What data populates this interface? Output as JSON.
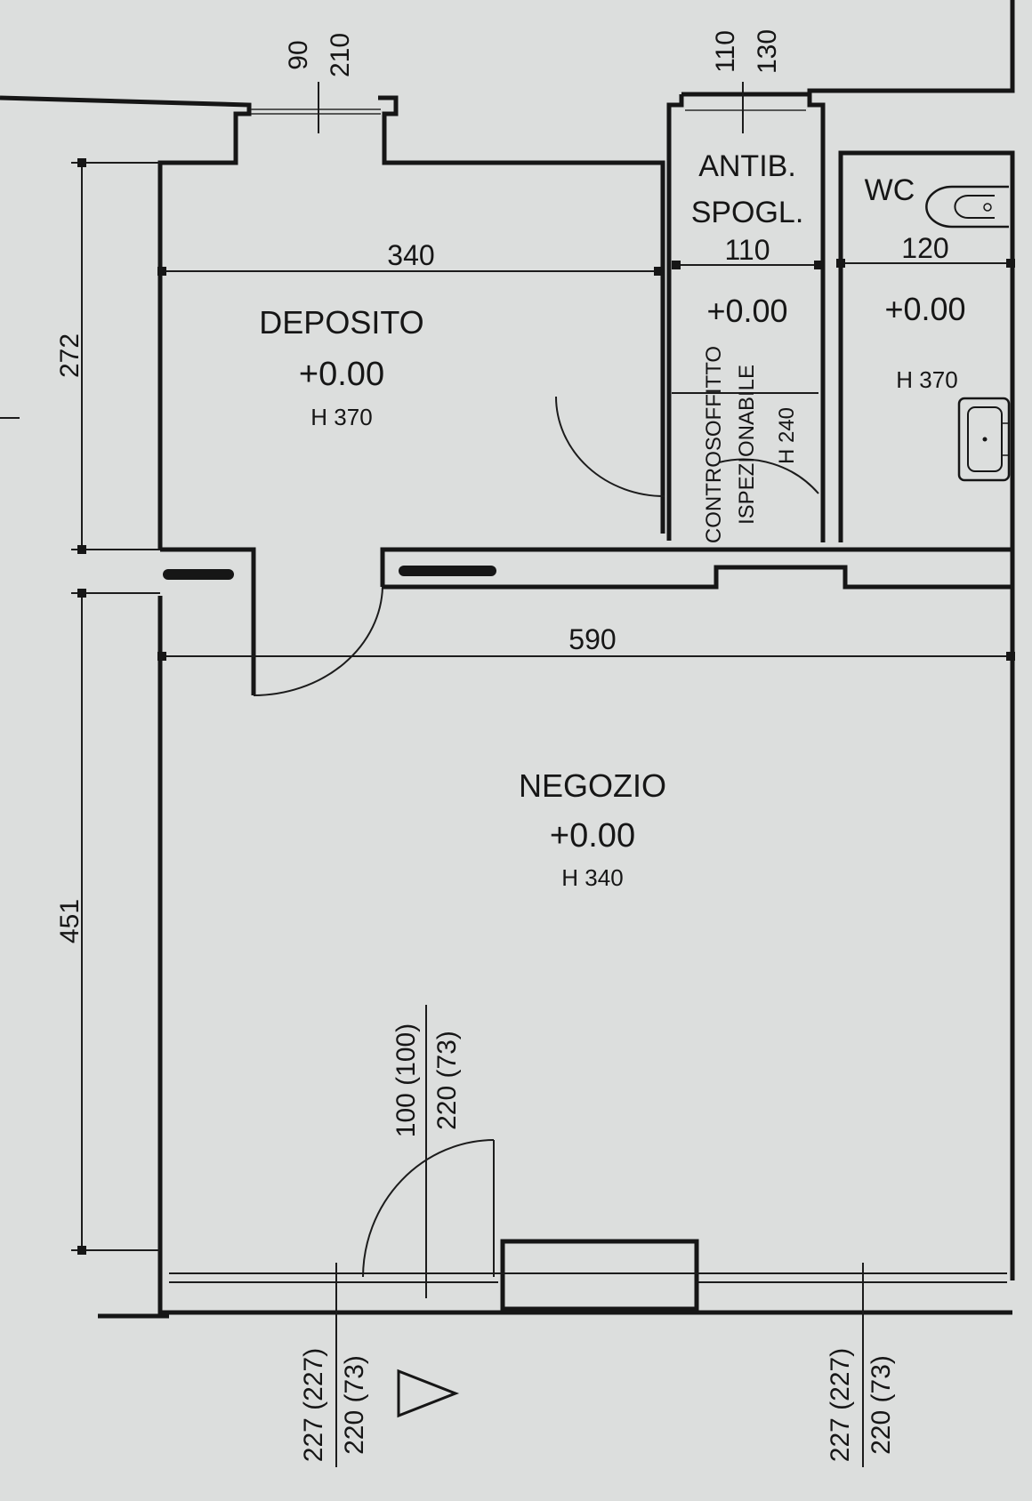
{
  "rooms": {
    "deposito": {
      "name": "DEPOSITO",
      "level": "+0.00",
      "height": "H 370",
      "width": "340"
    },
    "antibagno": {
      "name_line1": "ANTIB.",
      "name_line2": "SPOGL.",
      "width": "110",
      "level": "+0.00",
      "ceiling_line1": "CONTROSOFFITTO",
      "ceiling_line2": "ISPEZIONABILE",
      "ceiling_height": "H 240"
    },
    "wc": {
      "name": "WC",
      "width": "120",
      "level": "+0.00",
      "height": "H 370"
    },
    "negozio": {
      "name": "NEGOZIO",
      "level": "+0.00",
      "height": "H 340",
      "width": "590"
    }
  },
  "dimensions": {
    "deposito_depth": "272",
    "negozio_depth": "451"
  },
  "openings": {
    "rear_door": {
      "top": "90",
      "bottom": "210"
    },
    "antibagno_window": {
      "top": "110",
      "bottom": "130"
    },
    "entrance_door": {
      "top": "100 (100)",
      "bottom": "220 (73)"
    },
    "shopfront_left": {
      "top": "227 (227)",
      "bottom": "220 (73)"
    },
    "shopfront_right": {
      "top": "227 (227)",
      "bottom": "220 (73)"
    }
  },
  "colors": {
    "paper": "#dcdedd",
    "ink": "#161616"
  },
  "icons": [
    "entrance-arrow-icon",
    "toilet-icon",
    "sink-icon"
  ]
}
